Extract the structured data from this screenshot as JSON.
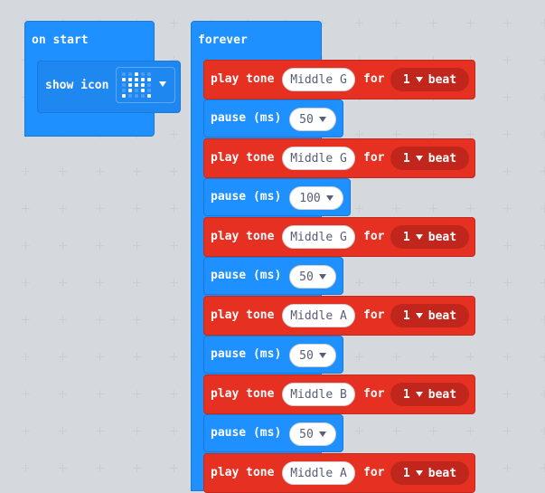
{
  "on_start": {
    "title": "on start",
    "show_icon_label": "show icon",
    "icon_name": "star-icon"
  },
  "forever": {
    "title": "forever",
    "blocks": [
      {
        "type": "tone",
        "label": "play tone",
        "note": "Middle G",
        "for": "for",
        "beat": "1",
        "beat_unit": "beat"
      },
      {
        "type": "pause",
        "label": "pause (ms)",
        "value": "50"
      },
      {
        "type": "tone",
        "label": "play tone",
        "note": "Middle G",
        "for": "for",
        "beat": "1",
        "beat_unit": "beat"
      },
      {
        "type": "pause",
        "label": "pause (ms)",
        "value": "100"
      },
      {
        "type": "tone",
        "label": "play tone",
        "note": "Middle G",
        "for": "for",
        "beat": "1",
        "beat_unit": "beat"
      },
      {
        "type": "pause",
        "label": "pause (ms)",
        "value": "50"
      },
      {
        "type": "tone",
        "label": "play tone",
        "note": "Middle A",
        "for": "for",
        "beat": "1",
        "beat_unit": "beat"
      },
      {
        "type": "pause",
        "label": "pause (ms)",
        "value": "50"
      },
      {
        "type": "tone",
        "label": "play tone",
        "note": "Middle B",
        "for": "for",
        "beat": "1",
        "beat_unit": "beat"
      },
      {
        "type": "pause",
        "label": "pause (ms)",
        "value": "50"
      },
      {
        "type": "tone",
        "label": "play tone",
        "note": "Middle A",
        "for": "for",
        "beat": "1",
        "beat_unit": "beat"
      }
    ]
  },
  "colors": {
    "workspace": "#ebeef1",
    "blue": "#1e90ff",
    "red": "#e63022",
    "red_dark": "#c0261c"
  }
}
